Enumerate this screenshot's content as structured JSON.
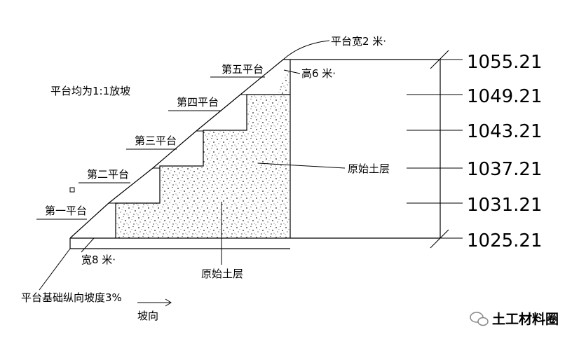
{
  "elevations": [
    "1055.21",
    "1049.21",
    "1043.21",
    "1037.21",
    "1031.21",
    "1025.21"
  ],
  "platforms": [
    "第五平台",
    "第四平台",
    "第三平台",
    "第二平台",
    "第一平台"
  ],
  "annotations": {
    "slope_ratio": "平台均为1:1放坡",
    "platform_width": "平台宽2 米·",
    "height": "高6 米·",
    "base_width": "宽8 米·",
    "original_soil_right": "原始土层",
    "original_soil_bottom": "原始土层",
    "base_slope": "平台基础纵向坡度3%",
    "slope_direction": "坡向"
  },
  "watermark": {
    "text": "土工材料圈",
    "icon": "wechat-icon"
  }
}
